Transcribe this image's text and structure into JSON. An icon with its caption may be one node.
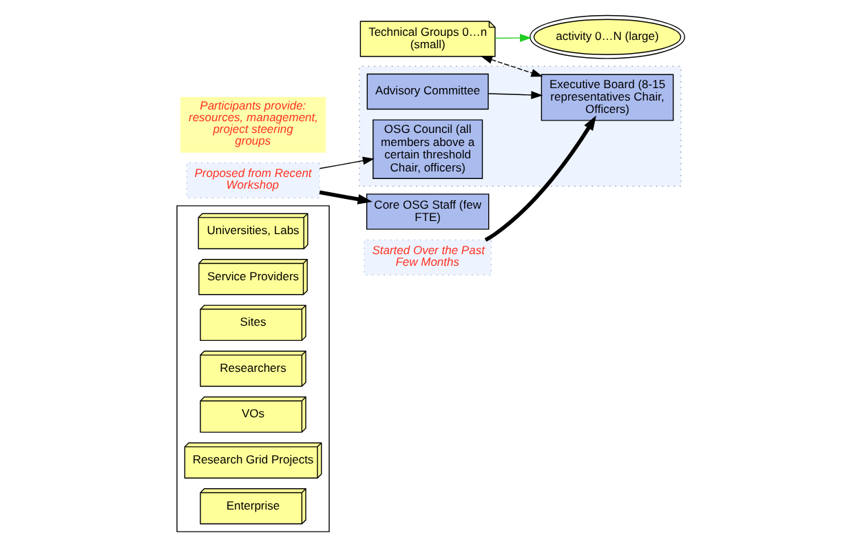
{
  "diagram": {
    "nodes": [
      {
        "text": [],
        "shape": "box"
      },
      {
        "text": [
          "Universities, Labs"
        ],
        "in": 0
      },
      {
        "text": [
          "Service Providers"
        ],
        "in": 0
      },
      {
        "text": [
          "Sites"
        ],
        "in": 0
      },
      {
        "text": [
          "Researchers"
        ],
        "in": 0
      },
      {
        "text": [
          "VOs"
        ],
        "in": 0
      },
      {
        "text": [
          "Research Grid Projects"
        ],
        "in": 0
      },
      {
        "text": [
          "Enterprise"
        ],
        "in": 0
      },
      {
        "text": [
          "Technical Groups 0…n (small)"
        ]
      },
      {
        "text": [
          "activity 0…N (large)"
        ]
      },
      {
        "text": [
          "Started Over the Past Few Months"
        ]
      },
      {
        "text": [
          "Participants provide: resources, management, project steering groups"
        ]
      },
      {
        "text": [],
        "shape": "box"
      },
      {
        "text": [
          "Advisory Committee"
        ],
        "in": 12
      },
      {
        "text": [
          "Executive Board (8-15 representatives Chair, Officers)"
        ],
        "in": 12
      },
      {
        "text": [
          "Proposed from Recent Workshop"
        ]
      },
      {
        "text": [
          "OSG Council (all members above a certain threshold Chair, officers)"
        ],
        "in": 12
      },
      {
        "text": [
          "Core OSG Staff (few FTE)"
        ]
      }
    ],
    "edges": [
      {
        "from": 8,
        "to": 9,
        "arrow": "to",
        "color": "#22cc22"
      },
      {
        "from": 8,
        "to": 14,
        "arrow": "both",
        "style": "dashed"
      },
      {
        "from": 10,
        "to": 14,
        "arrow": "to",
        "style": "thick"
      },
      {
        "from": 13,
        "to": 14,
        "arrow": "to"
      },
      {
        "from": 15,
        "to": 16,
        "arrow": "to"
      },
      {
        "from": 15,
        "to": 17,
        "arrow": "to",
        "style": "thick"
      }
    ]
  }
}
